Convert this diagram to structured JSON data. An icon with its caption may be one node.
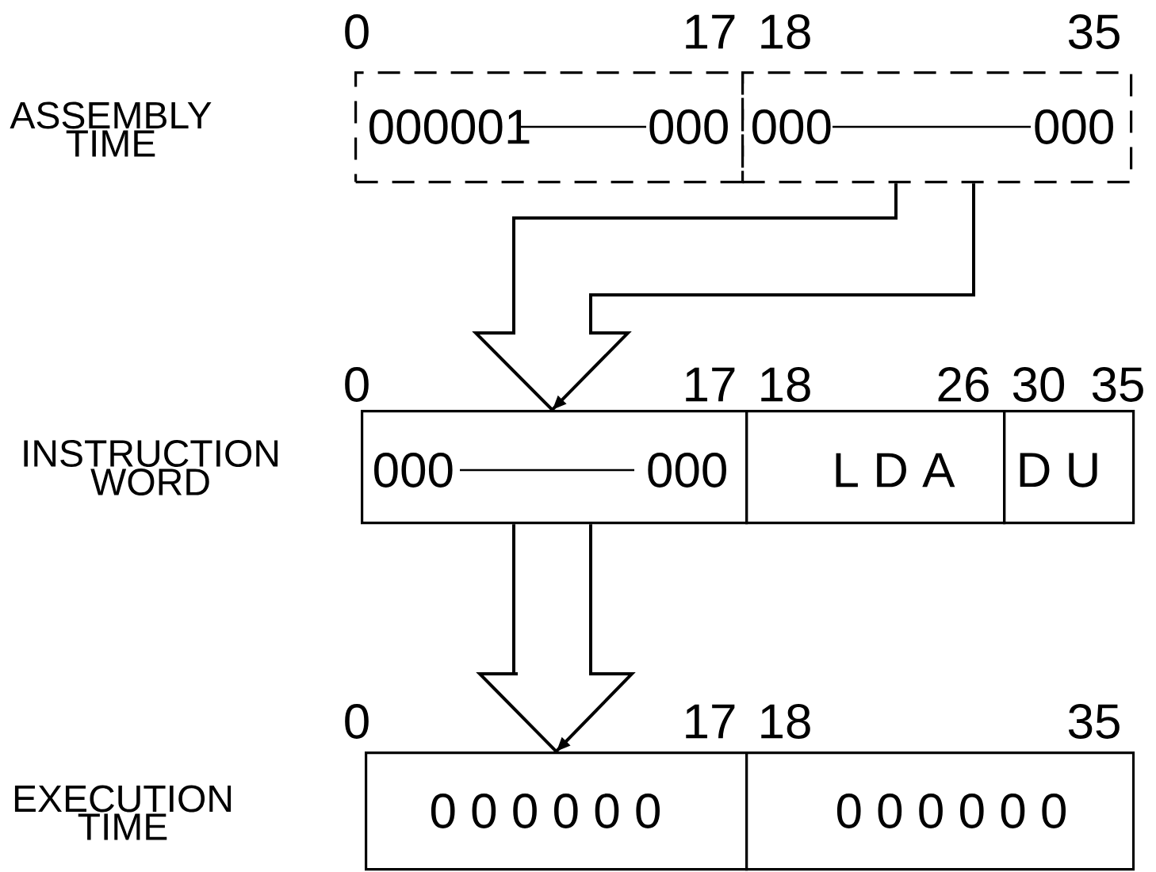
{
  "diagram": {
    "nodes": [
      {
        "text": [
          "000001",
          "000"
        ]
      },
      {
        "text": [
          "000",
          "000"
        ]
      },
      {
        "text": [
          "000",
          "000"
        ]
      },
      {
        "text": [
          "L D A"
        ]
      },
      {
        "text": [
          "D U"
        ]
      },
      {
        "text": [
          "0 0 0 0 0 0"
        ]
      },
      {
        "text": [
          "0 0 0 0 0 0"
        ]
      }
    ],
    "edges": [
      {
        "from": 1,
        "to": 2,
        "arrow": "to"
      },
      {
        "from": 2,
        "to": 5,
        "arrow": "to"
      }
    ],
    "labels": [
      "0",
      "17",
      "18",
      "35",
      "ASSEMBLY TIME",
      "0",
      "17",
      "18",
      "26",
      "30",
      "35",
      "INSTRUCTION WORD",
      "0",
      "17",
      "18",
      "35",
      "EXECUTION TIME"
    ]
  }
}
